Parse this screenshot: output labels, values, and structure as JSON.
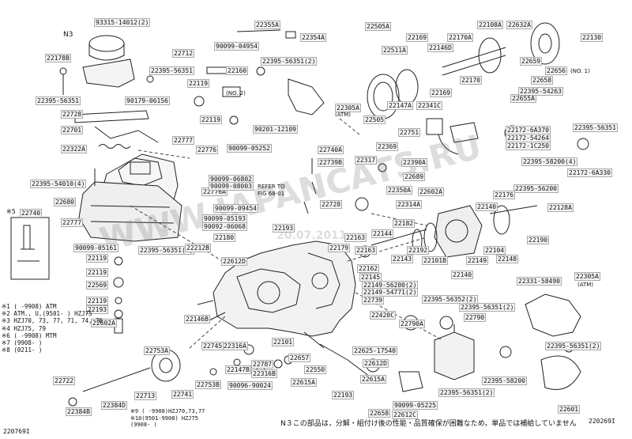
{
  "diagram_code_left": "220769I",
  "diagram_code_right": "220269I",
  "n3_tag": "N3",
  "watermark_main": "WWW.JAPANCATS.RU",
  "watermark_date": "20.07.2011",
  "note_n3": "N３この部品は，分解・組付け後の性能・品質確保が困難なため，単品では補給していません",
  "footnotes": [
    "※1 (     -9908) ATM",
    "※2 ATM., U,(9501-       ) HZJ75",
    "※3 HZJ70, 73, 77, 71, 74, 76",
    "※4 HZJ75, 79",
    "※6 (     -9908) MTM",
    "※7 (9908-     )",
    "※8 (0211-     )"
  ],
  "footnotes_bottom": [
    "※9 (      -9908)HZJ70,73,77",
    "※10(9501-9908) HZJ75",
    "(9908-       )"
  ],
  "notes": {
    "refer_to": "REFER TO",
    "figure_ref": "FIG 68-01",
    "no2": "(NO. 2)",
    "no1": "(NO. 1)",
    "no1b": "(NO. 1)",
    "no2b": "(NO. 2)",
    "aatm": "(ATM)",
    "catm": "(ATM)",
    "star5": "※5"
  },
  "part_labels": [
    "93315-14012(2)",
    "22355A",
    "22354A",
    "22505A",
    "22169",
    "22170A",
    "22108A",
    "22632A",
    "22130",
    "22178B",
    "22712",
    "90099-04954",
    "22395-56351(2)",
    "22511A",
    "22146D",
    "22659",
    "22656",
    "22658",
    "22395-56351",
    "22119",
    "22160",
    "22170",
    "22655A",
    "90179-06156",
    "22395-56351",
    "90201-12109",
    "22147A",
    "22341C",
    "22169",
    "22395-54263",
    "22728",
    "22119",
    "22305A",
    "22505",
    "22751",
    "22172-6A370",
    "22172-54264",
    "22172-1C250",
    "22395-56351",
    "22701",
    "22777",
    "22776",
    "90099-05252",
    "22740A",
    "22369",
    "22317",
    "22322A",
    "22739B",
    "22390A",
    "22395-58200(4)",
    "22172-6A330",
    "22395-54010(4)",
    "90099-06802",
    "22395-56200",
    "22776A",
    "90099-08003",
    "22689",
    "22602A",
    "22176",
    "90099-09454",
    "22728",
    "22350A",
    "22314A",
    "22128A",
    "22680",
    "22140",
    "22740",
    "22777",
    "90099-05193",
    "90092-06068",
    "22193",
    "22182",
    "22144",
    "22190",
    "22180",
    "22163",
    "22179",
    "22163",
    "22101B",
    "22149",
    "22148",
    "90099-05161",
    "22395-56351(2)",
    "22212B",
    "22192",
    "22162",
    "22143",
    "22104",
    "22119",
    "22612D",
    "22140",
    "22145",
    "22119",
    "22569",
    "22331-58490",
    "22305A",
    "22119",
    "22149-56200(2)",
    "22149-54771(2)",
    "22739",
    "22193",
    "22146B",
    "22602A",
    "22395-56352(2)",
    "22395-56351(2)",
    "22420C",
    "22790",
    "22790A",
    "22316A",
    "22745",
    "22753A",
    "22101",
    "22657",
    "22625-17540",
    "22787",
    "22316B",
    "22147B",
    "22395-56351(2)",
    "22550",
    "22612D",
    "22753B",
    "22615A",
    "22615A",
    "90096-90024",
    "22741",
    "22193",
    "22395-58200",
    "22722",
    "22713",
    "90099-05225",
    "22395-56351(2)",
    "22384B",
    "22384D",
    "22658",
    "22612C",
    "22601"
  ]
}
